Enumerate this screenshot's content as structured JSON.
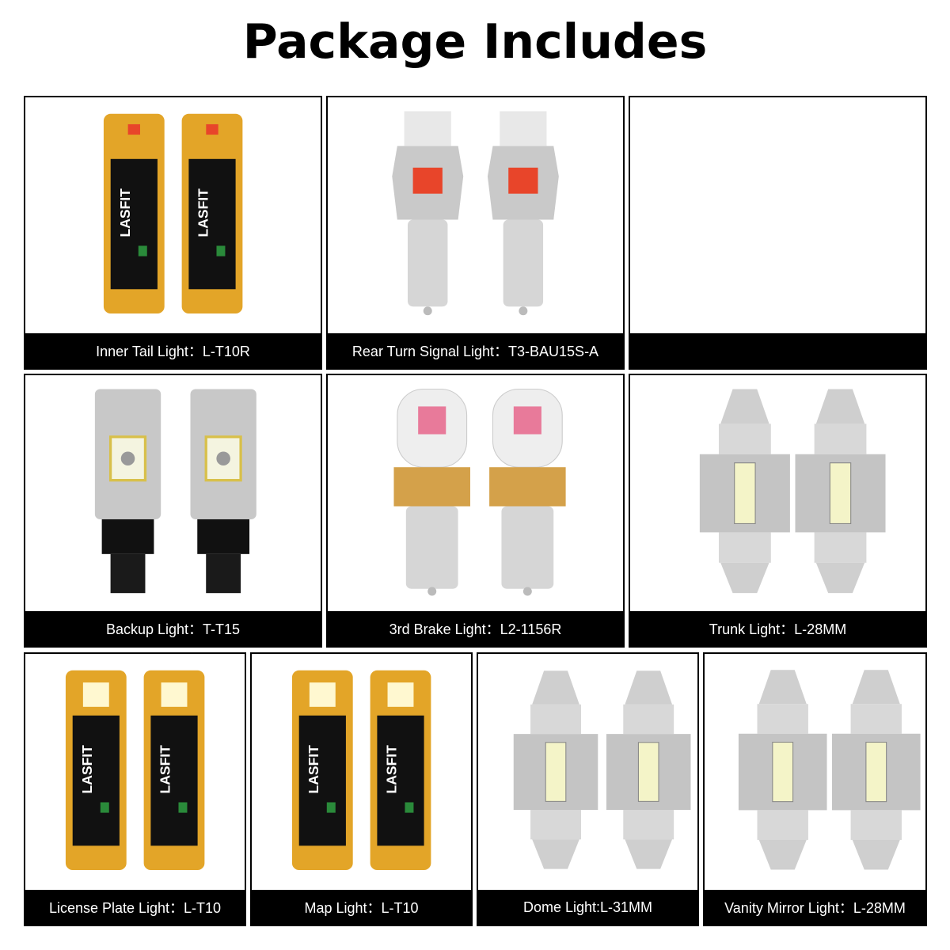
{
  "title": "Package Includes",
  "colors": {
    "label_bg": "#000000",
    "label_text": "#ffffff",
    "pcb_gold": "#e3a528",
    "led_red": "#e8452a"
  },
  "items": [
    {
      "label": "Inner Tail Light：L-T10R",
      "product": "t10-red",
      "brand": "LASFIT"
    },
    {
      "label": "Rear Turn Signal Light：T3-BAU15S-A",
      "product": "bau15s"
    },
    {
      "label": "",
      "product": "empty"
    },
    {
      "label": "Backup Light：T-T15",
      "product": "t15"
    },
    {
      "label": "3rd Brake Light：L2-1156R",
      "product": "1156"
    },
    {
      "label": "Trunk Light：L-28MM",
      "product": "festoon"
    },
    {
      "label": "License Plate Light：L-T10",
      "product": "t10-white",
      "brand": "LASFIT"
    },
    {
      "label": "Map Light：L-T10",
      "product": "t10-white",
      "brand": "LASFIT"
    },
    {
      "label": "Dome Light:L-31MM",
      "product": "festoon-long"
    },
    {
      "label": "Vanity Mirror Light：L-28MM",
      "product": "festoon"
    }
  ]
}
